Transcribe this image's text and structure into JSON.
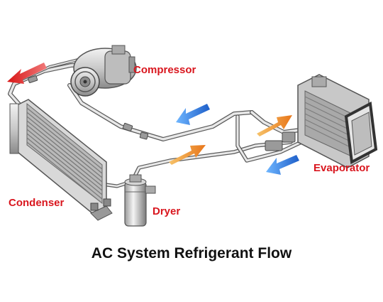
{
  "title": "AC System Refrigerant Flow",
  "labels": {
    "compressor": "Compressor",
    "condenser": "Condenser",
    "dryer": "Dryer",
    "evaporator": "Evaporator"
  },
  "colors": {
    "label": "#d9161e",
    "title": "#111111",
    "hot_flow_arrow": "#e0231d",
    "cold_flow_arrow": "#2c7be5",
    "warm_flow_arrow": "#f08a24"
  }
}
